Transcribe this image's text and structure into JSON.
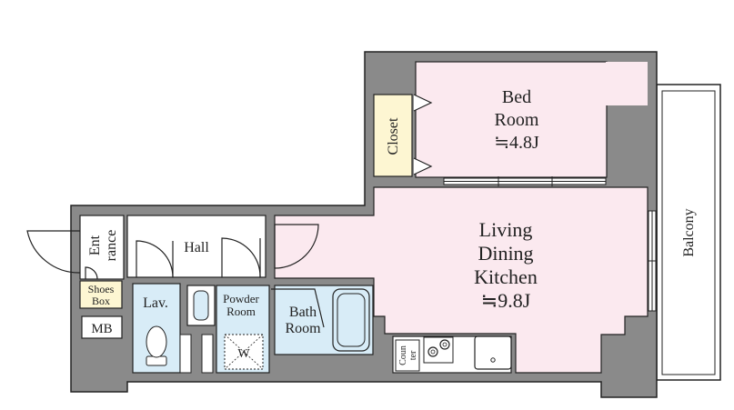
{
  "colors": {
    "wall": "#8a8a8a",
    "room_pink": "#fbe9ef",
    "wet_blue": "#d8ecf7",
    "closet_yellow": "#fdf6d2",
    "line": "#222222"
  },
  "rooms": {
    "bed": {
      "line1": "Bed",
      "line2": "Room",
      "area": "≒4.8J"
    },
    "ldk": {
      "line1": "Living",
      "line2": "Dining",
      "line3": "Kitchen",
      "area": "≒9.8J"
    },
    "closet": "Closet",
    "balcony": "Balcony",
    "hall": "Hall",
    "entrance": {
      "part1": "Ent",
      "part2": "rance"
    },
    "shoes_box": {
      "line1": "Shoes",
      "line2": "Box"
    },
    "mb": "MB",
    "lav": "Lav.",
    "powder_room": {
      "line1": "Powder",
      "line2": "Room"
    },
    "washer": "W",
    "bath_room": {
      "line1": "Bath",
      "line2": "Room"
    },
    "counter": {
      "part1": "Coun",
      "part2": "ter"
    }
  }
}
